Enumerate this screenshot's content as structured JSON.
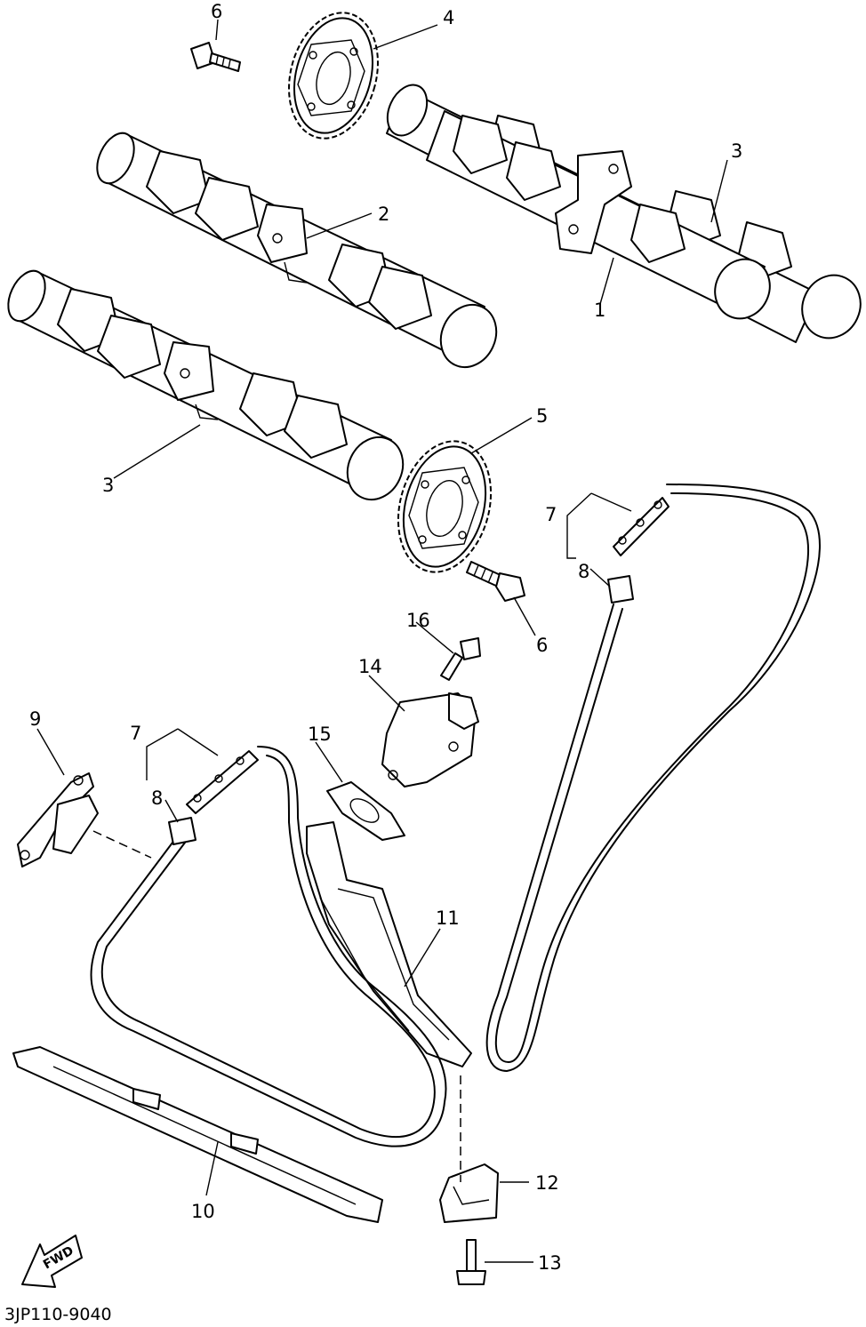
{
  "diagram": {
    "code": "3JP110-9040",
    "fwd_label": "FWD",
    "callouts": {
      "c1": "1",
      "c2": "2",
      "c3a": "3",
      "c3b": "3",
      "c4": "4",
      "c5": "5",
      "c6a": "6",
      "c6b": "6",
      "c7a": "7",
      "c7b": "7",
      "c8a": "8",
      "c8b": "8",
      "c9": "9",
      "c10": "10",
      "c11": "11",
      "c12": "12",
      "c13": "13",
      "c14": "14",
      "c15": "15",
      "c16": "16"
    }
  }
}
